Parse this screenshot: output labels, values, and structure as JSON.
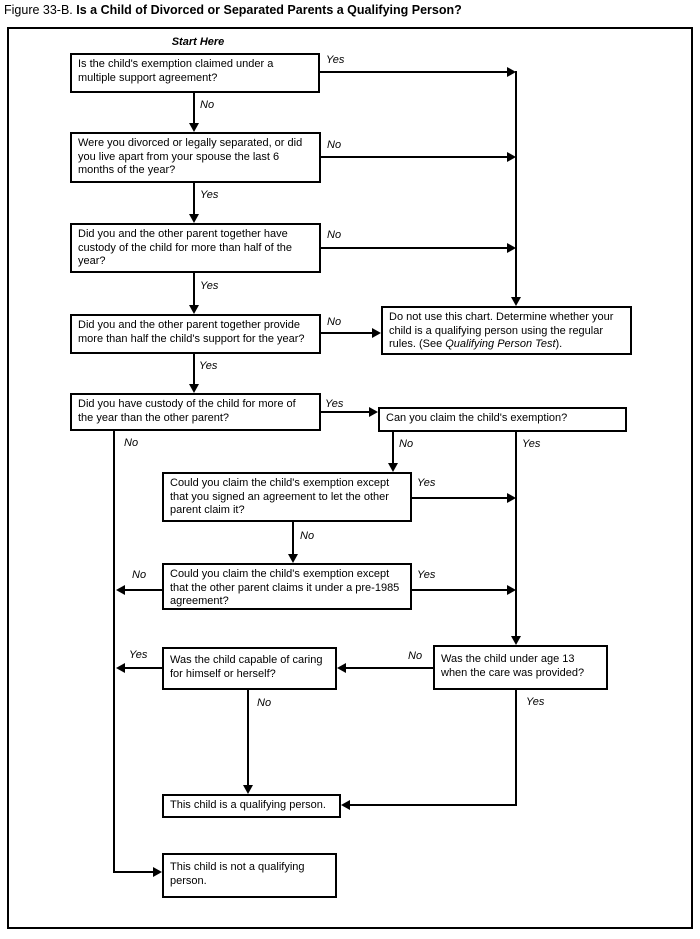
{
  "title": {
    "figure_label": "Figure 33-B.",
    "figure_title": " Is a Child of Divorced or Separated Parents a Qualifying Person?"
  },
  "start_label": "Start Here",
  "answer_labels": {
    "yes": "Yes",
    "no": "No"
  },
  "boxes": {
    "multiple_support": "Is the child's exemption claimed under a multiple support agreement?",
    "divorced_separated": "Were you divorced or legally separated, or did you live apart from your spouse the last 6 months of the year?",
    "joint_custody": "Did you and the other parent together have custody of the child for more than half of the year?",
    "joint_support": "Did you and the other parent together provide more than half the child's support for the year?",
    "more_custody": "Did you have custody of the child for more of the year than the other parent?",
    "do_not_use": {
      "part1": "Do not use this chart. Determine whether your child is a qualifying person using the regular rules. (See ",
      "italic": "Qualifying Person Test",
      "part2": ")."
    },
    "can_claim": "Can you claim the child's exemption?",
    "signed_agreement": "Could you claim the child's exemption except that you signed an agreement to let the other parent claim it?",
    "pre_1985": "Could you claim the child's exemption except that the other parent claims it under a pre-1985 agreement?",
    "child_capable": "Was the child capable of caring for himself or herself?",
    "under_age_13": "Was the child under age 13 when the care was provided?",
    "qualifying": "This child is a qualifying person.",
    "not_qualifying": "This child is not a qualifying person."
  }
}
